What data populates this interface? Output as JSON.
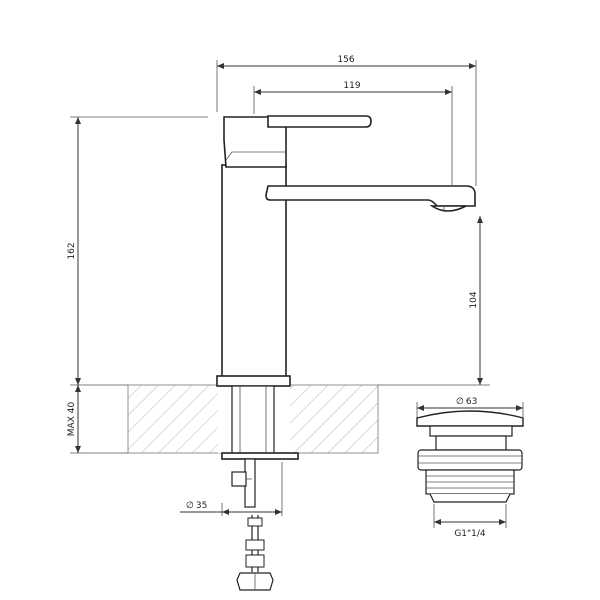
{
  "dimensions": {
    "overall_width": "156",
    "handle_reach": "119",
    "height": "162",
    "spout_height": "104",
    "max_thickness": "MAX 40",
    "shank_diameter": "35",
    "waste_diameter": "63",
    "waste_thread": "G1\"1/4"
  },
  "symbols": {
    "diameter": "∅"
  },
  "colors": {
    "line": "#333333",
    "hatch": "#999999",
    "background": "#ffffff"
  }
}
